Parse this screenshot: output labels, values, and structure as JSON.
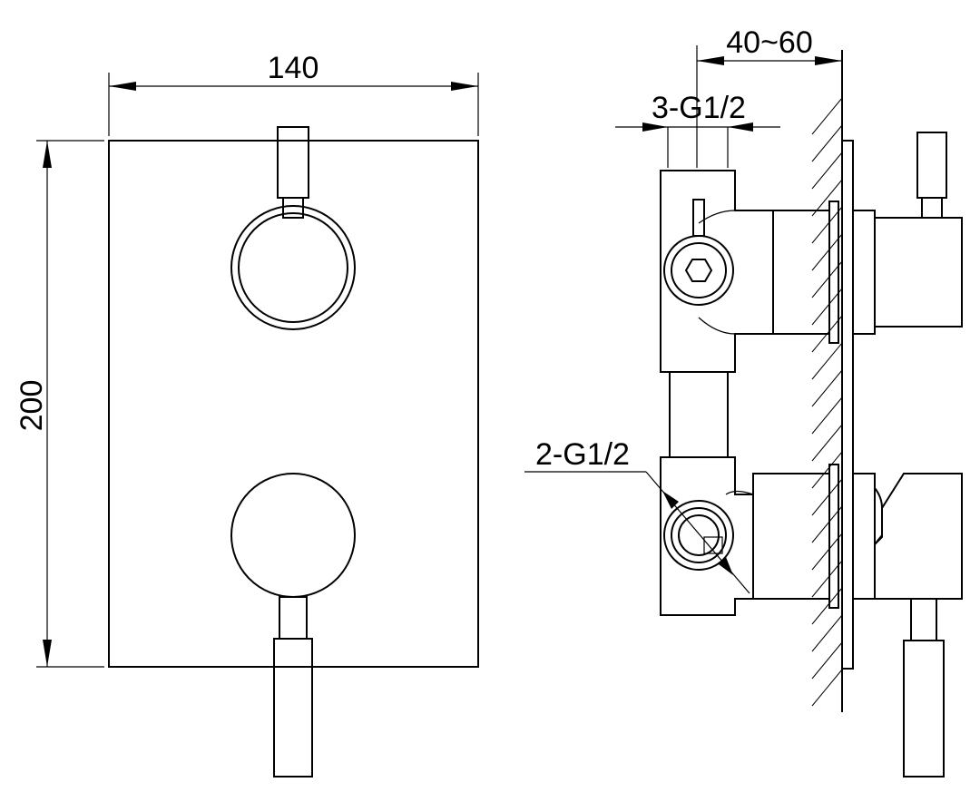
{
  "front_view": {
    "width_label": "140",
    "height_label": "200"
  },
  "side_view": {
    "depth_label": "40~60",
    "upper_port_label": "3-G1/2",
    "lower_port_label": "2-G1/2"
  }
}
